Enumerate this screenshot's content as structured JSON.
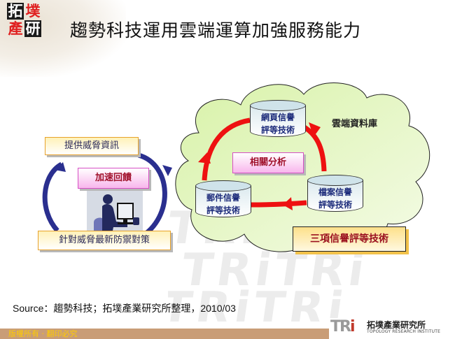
{
  "header": {
    "logo_chars": [
      "拓",
      "墣",
      "產",
      "研"
    ],
    "title": "趨勢科技運用雲端運算加強服務能力"
  },
  "diagram": {
    "cloud_label": "雲端資料庫",
    "center_label": "相關分析",
    "databases": [
      {
        "line1": "網頁信譽",
        "line2": "評等技術"
      },
      {
        "line1": "檔案信譽",
        "line2": "評等技術"
      },
      {
        "line1": "郵件信譽",
        "line2": "評等技術"
      }
    ],
    "summary_label": "三項信譽評等技術",
    "feedback_loop": {
      "top_label": "提供威脅資訊",
      "center_label": "加速回饋",
      "bottom_label": "針對威脅最新防禦對策"
    },
    "colors": {
      "red_arrow": "#ee1111",
      "blue_arrow": "#2a2f8f",
      "cloud_fill": "#e6f7c4",
      "db_text": "#1b2a7a"
    }
  },
  "source": "Source：趨勢科技；拓墣產業研究所整理，2010/03",
  "footer": {
    "copyright": "版權所有 ‧ 翻印必究",
    "org_mark": "TRi",
    "org_name_cn": "拓墣產業研究所",
    "org_name_en": "TOPOLOGY RESEARCH INSTITUTE"
  }
}
